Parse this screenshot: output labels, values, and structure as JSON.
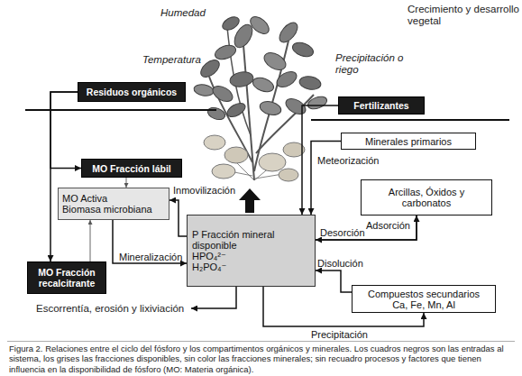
{
  "diagram": {
    "caption": "Figura 2. Relaciones entre el ciclo del fósforo y los compartimentos orgánicos y minerales. Los cuadros negros son las entradas al sistema, los grises las fracciones disponibles, sin color las fracciones minerales; sin recuadro procesos y factores que tienen influencia en la disponibilidad de fósforo (MO: Materia orgánica).",
    "nodes": [
      {
        "text": [
          "Residuos orgánicos"
        ]
      },
      {
        "text": [
          "Fertilizantes"
        ]
      },
      {
        "text": [
          "Minerales primarios"
        ]
      },
      {
        "text": [
          "MO Fracción lábil"
        ]
      },
      {
        "text": [
          "Arcillas, Óxidos y carbonatos"
        ]
      },
      {
        "text": [
          "MO Activa",
          "Biomasa microbiana"
        ]
      },
      {
        "text": [
          "P Fracción mineral disponible",
          "HPO₄²⁻",
          "H₂PO₄⁻"
        ]
      },
      {
        "text": [
          "MO Fracción recalcitrante"
        ]
      },
      {
        "text": [
          "Compuestos secundarios",
          "Ca, Fe, Mn, Al"
        ]
      }
    ],
    "edges": [
      {
        "from": 0,
        "to": 3,
        "arrow": "to"
      },
      {
        "from": 0,
        "to": 7,
        "arrow": "to"
      },
      {
        "from": 3,
        "to": 5,
        "arrow": "to"
      },
      {
        "from": 7,
        "to": 5,
        "arrow": "to"
      },
      {
        "from": 6,
        "to": 5,
        "label": "Inmovilización",
        "arrow": "to"
      },
      {
        "from": 5,
        "to": 6,
        "label": "Mineralización",
        "arrow": "to"
      },
      {
        "from": 1,
        "to": 6,
        "arrow": "to"
      },
      {
        "from": 2,
        "to": 6,
        "label": "Meteorización",
        "arrow": "to"
      },
      {
        "from": 4,
        "to": 6,
        "label": "Desorción",
        "arrow": "to"
      },
      {
        "from": 6,
        "to": 4,
        "label": "Adsorción",
        "arrow": "to"
      },
      {
        "from": 8,
        "to": 6,
        "label": "Disolución",
        "arrow": "to"
      },
      {
        "from": 6,
        "to": 8,
        "label": "Precipitación",
        "arrow": "to"
      }
    ],
    "labels": [
      "Humedad",
      "Crecimiento y desarrollo vegetal",
      "Temperatura",
      "Precipitación o riego",
      "Escorrentía, erosión y lixiviación"
    ]
  }
}
